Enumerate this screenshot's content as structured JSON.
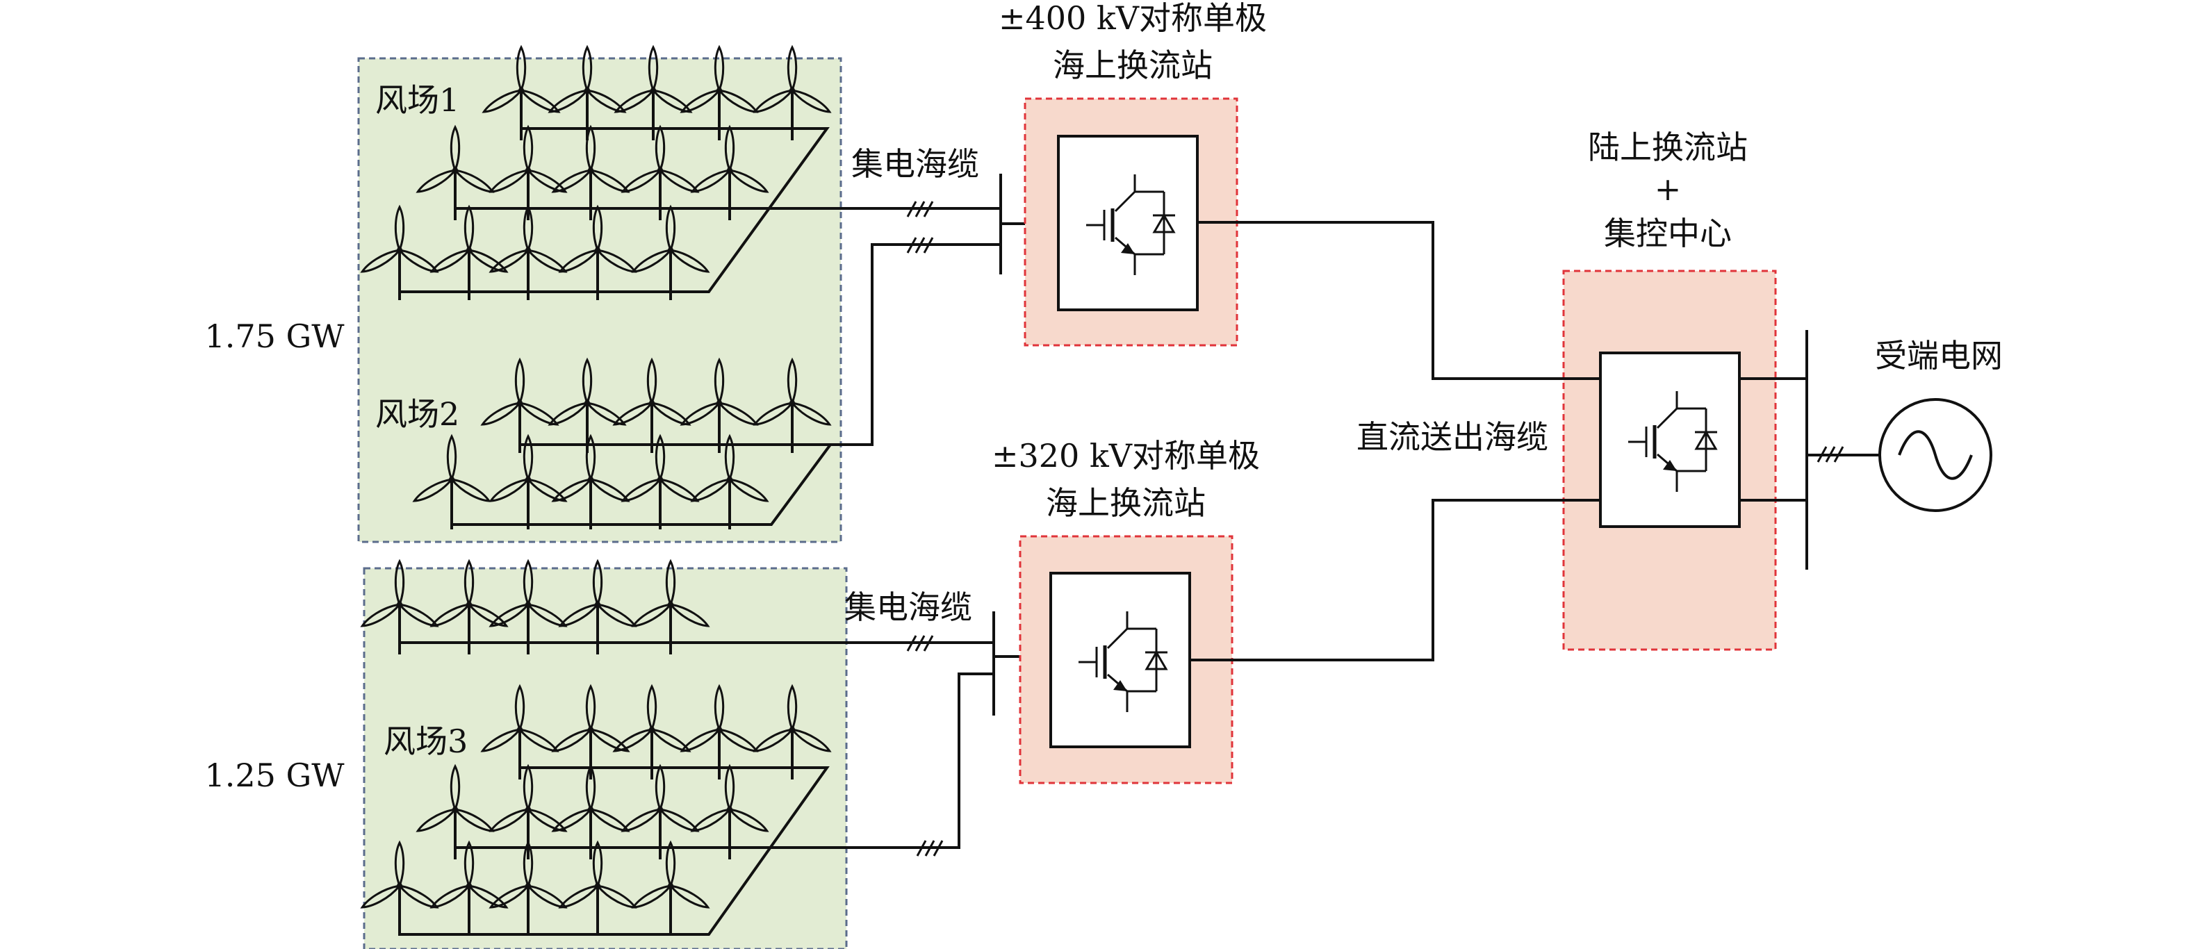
{
  "capacities": {
    "top": "1.75 GW",
    "bottom": "1.25 GW"
  },
  "wind_farms": [
    {
      "label": "风场1"
    },
    {
      "label": "风场2"
    },
    {
      "label": "风场3"
    }
  ],
  "collector_cable_label": "集电海缆",
  "converters": {
    "offshore_400_line1": "±400 kV对称单极",
    "offshore_400_line2": "海上换流站",
    "offshore_320_line1": "±320 kV对称单极",
    "offshore_320_line2": "海上换流站",
    "onshore_line1": "陆上换流站",
    "onshore_line2": "+",
    "onshore_line3": "集控中心"
  },
  "dc_cable_label": "直流送出海缆",
  "grid_label": "受端电网",
  "icons": [
    "wind-turbine-icon",
    "igbt-diode-valve-icon",
    "ac-source-icon"
  ],
  "colors": {
    "wind_farm_fill": "#e2ecd3",
    "wind_farm_border": "#5b6c8c",
    "converter_fill": "#f7d9cc",
    "converter_border": "#e0343a",
    "line": "#111111"
  }
}
